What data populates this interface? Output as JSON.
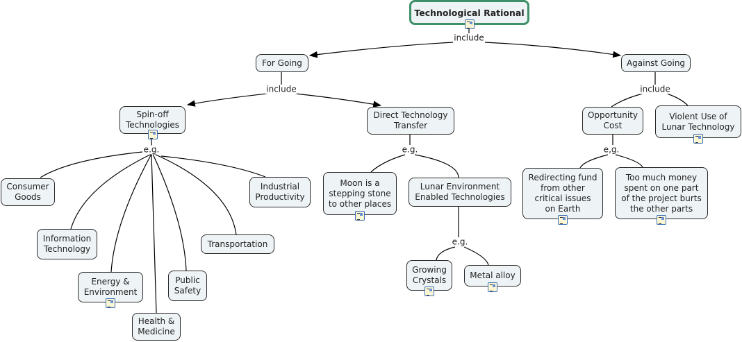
{
  "map_title": "Technological Rational",
  "nodes": {
    "root": {
      "label": "Technological Rational",
      "resource": true
    },
    "for_going": {
      "label": "For Going"
    },
    "against_going": {
      "label": "Against Going"
    },
    "spin_off": {
      "label": "Spin-off\nTechnologies",
      "resource": true
    },
    "direct_transfer": {
      "label": "Direct Technology\nTransfer"
    },
    "consumer_goods": {
      "label": "Consumer\nGoods"
    },
    "information_technology": {
      "label": "Information\nTechnology"
    },
    "energy_environment": {
      "label": "Energy &\nEnvironment",
      "resource": true
    },
    "health_medicine": {
      "label": "Health &\nMedicine"
    },
    "public_safety": {
      "label": "Public\nSafety"
    },
    "transportation": {
      "label": "Transportation"
    },
    "industrial_productivity": {
      "label": "Industrial\nProductivity"
    },
    "moon_stepping_stone": {
      "label": "Moon is a\nstepping stone\nto other places",
      "resource": true
    },
    "lunar_environment": {
      "label": "Lunar Environment\nEnabled Technologies"
    },
    "growing_crystals": {
      "label": "Growing\nCrystals",
      "resource": true
    },
    "metal_alloy": {
      "label": "Metal alloy",
      "resource": true
    },
    "opportunity_cost": {
      "label": "Opportunity\nCost"
    },
    "violent_use": {
      "label": "Violent Use of\nLunar Technology",
      "resource": true
    },
    "redirecting_fund": {
      "label": "Redirecting fund\nfrom other\ncritical issues\non Earth",
      "resource": true
    },
    "too_much_money": {
      "label": "Too much money\nspent on one part\nof the project burts\nthe other parts",
      "resource": true
    }
  },
  "linking_phrases": {
    "root_include": "include",
    "for_include": "include",
    "against_include": "include",
    "spin_eg": "e.g.",
    "direct_eg": "e.g.",
    "lunar_eg": "e.g.",
    "opp_eg": "e,g."
  },
  "colors": {
    "root_border": "#3f8f68",
    "node_fill": "#eef3f5",
    "line": "#000000"
  }
}
